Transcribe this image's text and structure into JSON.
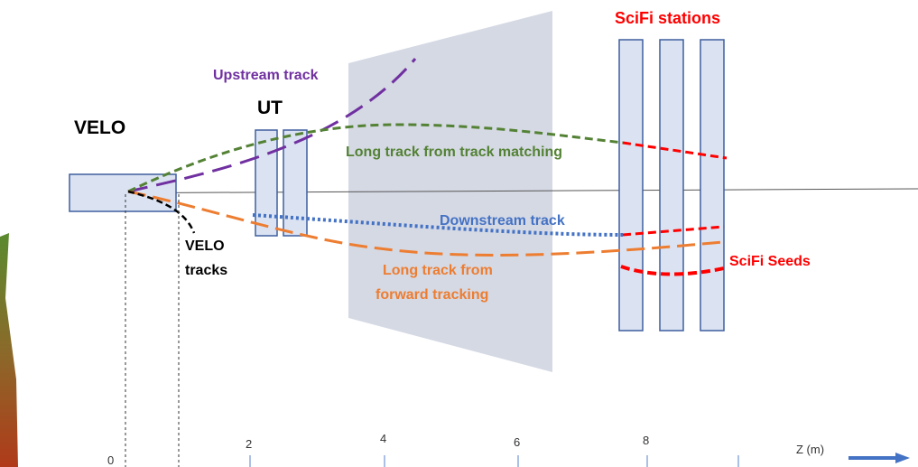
{
  "labels": {
    "velo": "VELO",
    "ut": "UT",
    "scifi_stations": "SciFi stations",
    "upstream_track": "Upstream track",
    "long_track_matching": "Long track from track matching",
    "downstream_track": "Downstream track",
    "velo_tracks_line1": "VELO",
    "velo_tracks_line2": "tracks",
    "long_track_forward_line1": "Long track from",
    "long_track_forward_line2": "forward tracking",
    "scifi_seeds": "SciFi Seeds"
  },
  "axis": {
    "ticks": [
      "0",
      "2",
      "4",
      "6",
      "8"
    ],
    "z_label": "Z (m)"
  },
  "colors": {
    "detector_fill": "#dbe3f3",
    "detector_stroke": "#3f5f9e",
    "magnet_fill": "#d5d9e4",
    "upstream": "#7030a0",
    "long_matching": "#548235",
    "downstream": "#4472c4",
    "long_forward": "#ed7d31",
    "scifi": "#ff0000",
    "velo_tracks": "#000000",
    "arrow": "#4472c4"
  }
}
